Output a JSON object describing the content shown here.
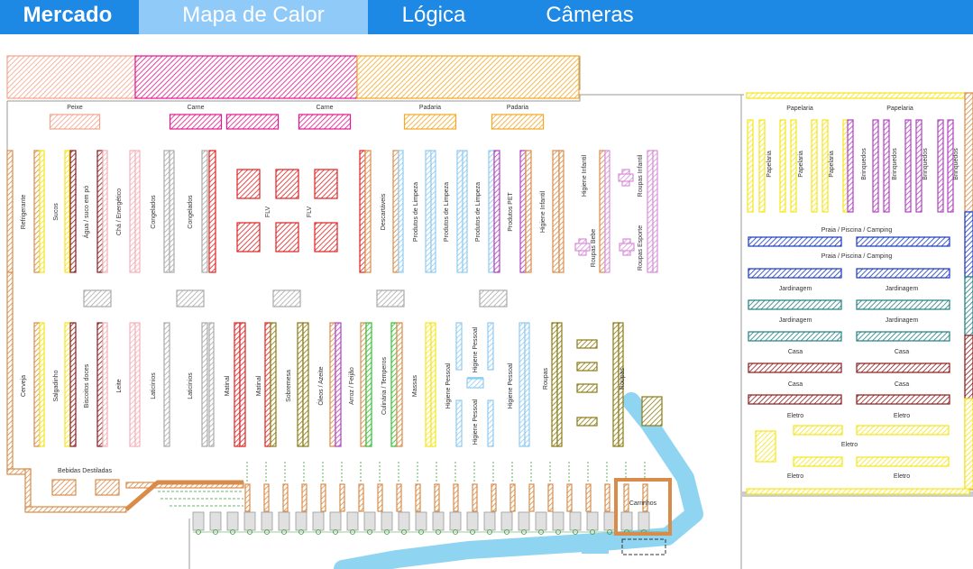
{
  "tabs": [
    {
      "label": "Mercado"
    },
    {
      "label": "Mapa de Calor"
    },
    {
      "label": "Lógica"
    },
    {
      "label": "Câmeras"
    }
  ],
  "colors": {
    "tab_bar": "#1e88e5",
    "tab_active": "#90caf9",
    "peixe": "#f4a38c",
    "carne": "#e4148c",
    "padaria": "#f5a623",
    "brown": "#d98c4a",
    "yellow": "#f5e51a",
    "darkred": "#8b1a1a",
    "pink": "#f4b0b8",
    "gray": "#aaaaaa",
    "red": "#e02020",
    "lightblue": "#8fcaf0",
    "purple": "#b040c0",
    "olive": "#8a7a10",
    "lilac": "#d890d8",
    "green": "#30c030",
    "navy": "#1838c0",
    "teal": "#208080",
    "heat": "#8fd4f0"
  },
  "map": {
    "top_labels": [
      "Peixe",
      "Carne",
      "Carne",
      "Padaria",
      "Padaria"
    ],
    "upper_aisles": [
      "Refrigerante",
      "Sucos",
      "Água / suco em pó",
      "Chá / Energético",
      "Congelados",
      "Congelados",
      "FLV",
      "FLV",
      "Descartáveis",
      "Produtos de Limpeza",
      "Produtos de Limpeza",
      "Produtos de Limpeza",
      "Produtos PET",
      "Higiene Infantil",
      "Higiene Infantil",
      "Roupas Infantil",
      "Roupas Bebe",
      "Roupas Esporte"
    ],
    "lower_aisles": [
      "Cerveja",
      "Salgadinho",
      "Biscoitos doces",
      "Leite",
      "Laticínios",
      "Laticínios",
      "Matinal",
      "Matinal",
      "Sobremesa",
      "Óleos / Azeite",
      "Arroz / Feijão",
      "Culinária / Temperos",
      "Massas",
      "Higiene Pessoal",
      "Higiene Pessoal",
      "Higiene Pessoal",
      "Higiene Pessoal",
      "Roupas",
      "Roupas"
    ],
    "bebidas": "Bebidas Destiladas",
    "carrinhos": "Carrinhos",
    "right": {
      "papelaria": [
        "Papelaria",
        "Papelaria",
        "Papelaria",
        "Papelaria",
        "Papelaria"
      ],
      "brinquedos": [
        "Brinquedos",
        "Brinquedos",
        "Brinquedos",
        "Brinquedos"
      ],
      "praia": [
        "Praia / Piscina / Camping",
        "Praia / Piscina / Camping"
      ],
      "jardinagem": [
        "Jardinagem",
        "Jardinagem",
        "Jardinagem",
        "Jardinagem"
      ],
      "casa": [
        "Casa",
        "Casa",
        "Casa",
        "Casa"
      ],
      "eletro": [
        "Eletro",
        "Eletro",
        "Eletro",
        "Eletro",
        "Eletro"
      ]
    }
  }
}
